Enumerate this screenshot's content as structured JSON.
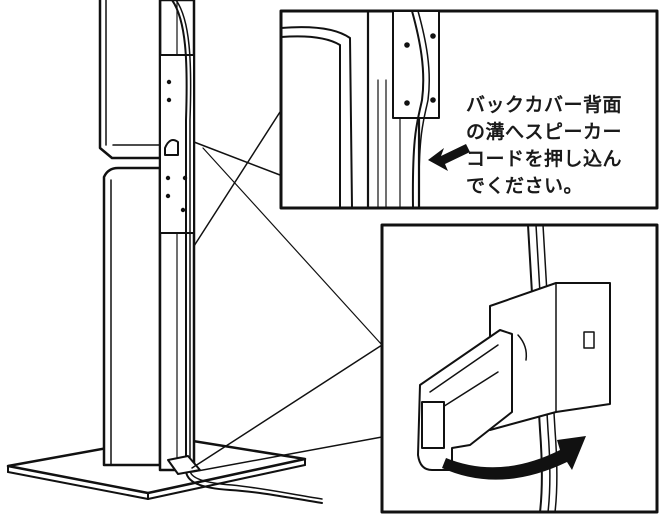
{
  "instruction": {
    "lines": [
      "バックカバー背面",
      "の溝へスピーカー",
      "コードを押し込ん",
      "でください。"
    ]
  },
  "colors": {
    "line": "#111111",
    "fill": "#ffffff",
    "arrow": "#111111"
  }
}
